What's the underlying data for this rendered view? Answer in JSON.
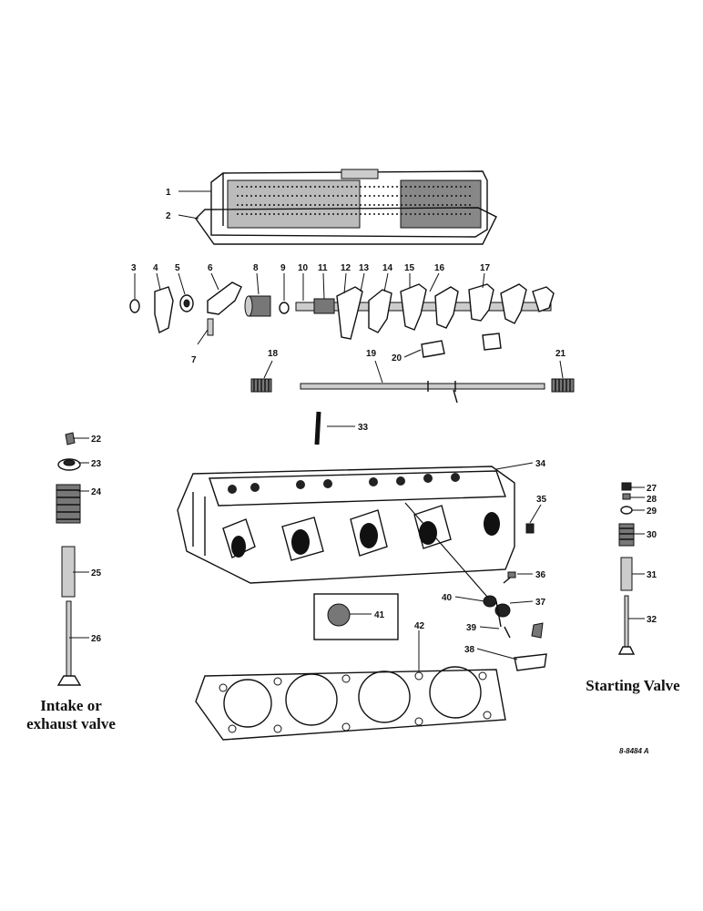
{
  "captions": {
    "intake_exhaust": "Intake or exhaust valve",
    "intake_line1": "Intake or",
    "intake_line2": "exhaust valve",
    "starting_valve": "Starting Valve",
    "figure_id": "8-8484 A"
  },
  "callouts": [
    "1",
    "2",
    "3",
    "4",
    "5",
    "6",
    "7",
    "8",
    "9",
    "10",
    "11",
    "12",
    "13",
    "14",
    "15",
    "16",
    "17",
    "18",
    "19",
    "20",
    "21",
    "22",
    "23",
    "24",
    "25",
    "26",
    "27",
    "28",
    "29",
    "30",
    "31",
    "32",
    "33",
    "34",
    "35",
    "36",
    "37",
    "38",
    "39",
    "40",
    "41",
    "42"
  ],
  "parts": {
    "valve_cover": "1",
    "cover_gasket": "2",
    "rocker_shaft_assembly": "10-17",
    "rocker_shaft": "19",
    "shaft_springs": [
      "18",
      "21"
    ],
    "push_rod": "33",
    "cylinder_head": "34",
    "head_gasket": "42",
    "intake_exhaust_valve_group": [
      "22",
      "23",
      "24",
      "25",
      "26"
    ],
    "starting_valve_group": [
      "27",
      "28",
      "29",
      "30",
      "31",
      "32"
    ]
  }
}
